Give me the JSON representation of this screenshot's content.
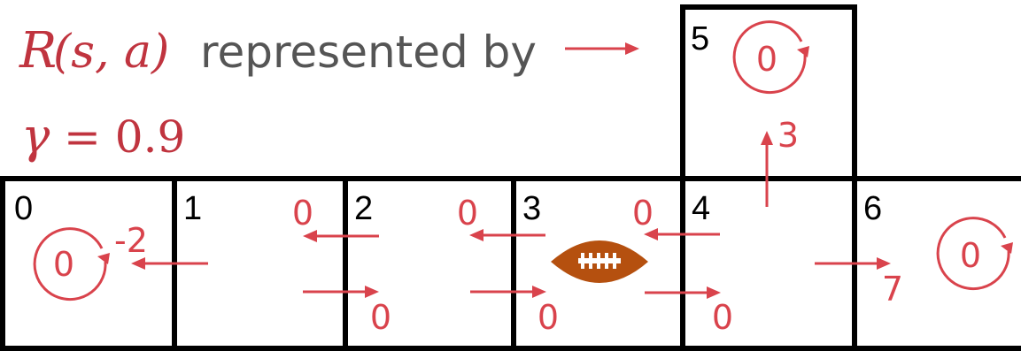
{
  "caption": {
    "reward_symbol": "R",
    "reward_args": "(s, a)",
    "reward_text": "represented by",
    "gamma_symbol": "γ",
    "gamma_equals": "= 0.9"
  },
  "colors": {
    "accent": "#d9434c",
    "math": "#c0343f",
    "grid_stroke": "#000000",
    "ball_fill": "#b5500f",
    "ball_laces": "#ffffff",
    "caption_gray": "#555555"
  },
  "states": [
    {
      "id": "0",
      "label": "0"
    },
    {
      "id": "1",
      "label": "1"
    },
    {
      "id": "2",
      "label": "2"
    },
    {
      "id": "3",
      "label": "3"
    },
    {
      "id": "4",
      "label": "4"
    },
    {
      "id": "5",
      "label": "5"
    },
    {
      "id": "6",
      "label": "6"
    }
  ],
  "rewards": {
    "s0_self": "0",
    "s1_left": "-2",
    "s1_right": "0",
    "s2_left": "0",
    "s2_right": "0",
    "s3_left": "0",
    "s3_right": "0",
    "s4_left": "0",
    "s4_up": "3",
    "s4_right": "7",
    "s5_self": "0",
    "s6_self": "0"
  },
  "icons": {
    "agent": "football-icon",
    "pointer": "arrow-right-icon",
    "self_loop": "circular-arrow-icon"
  }
}
